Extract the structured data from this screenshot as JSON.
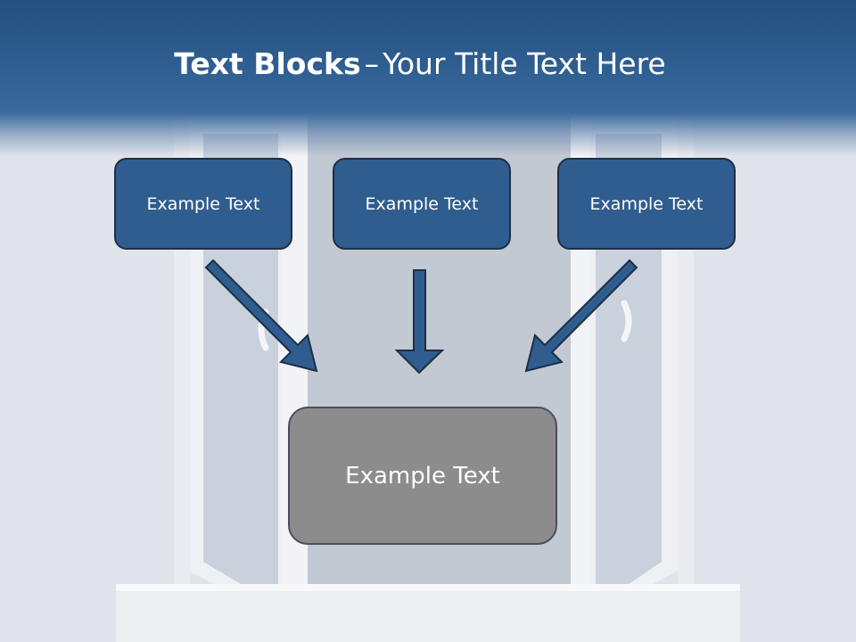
{
  "slide": {
    "title_bold": "Text Blocks",
    "title_dash": "–",
    "title_rest": "Your Title Text Here"
  },
  "boxes": {
    "top_left": "Example Text",
    "top_center": "Example Text",
    "top_right": "Example Text",
    "bottom": "Example Text"
  },
  "colors": {
    "header": "#2e5d8f",
    "box_fill": "#305d8f",
    "box_border": "#1d2f45",
    "bottom_box_fill": "#8c8c8c",
    "arrow_fill": "#305d8f"
  }
}
